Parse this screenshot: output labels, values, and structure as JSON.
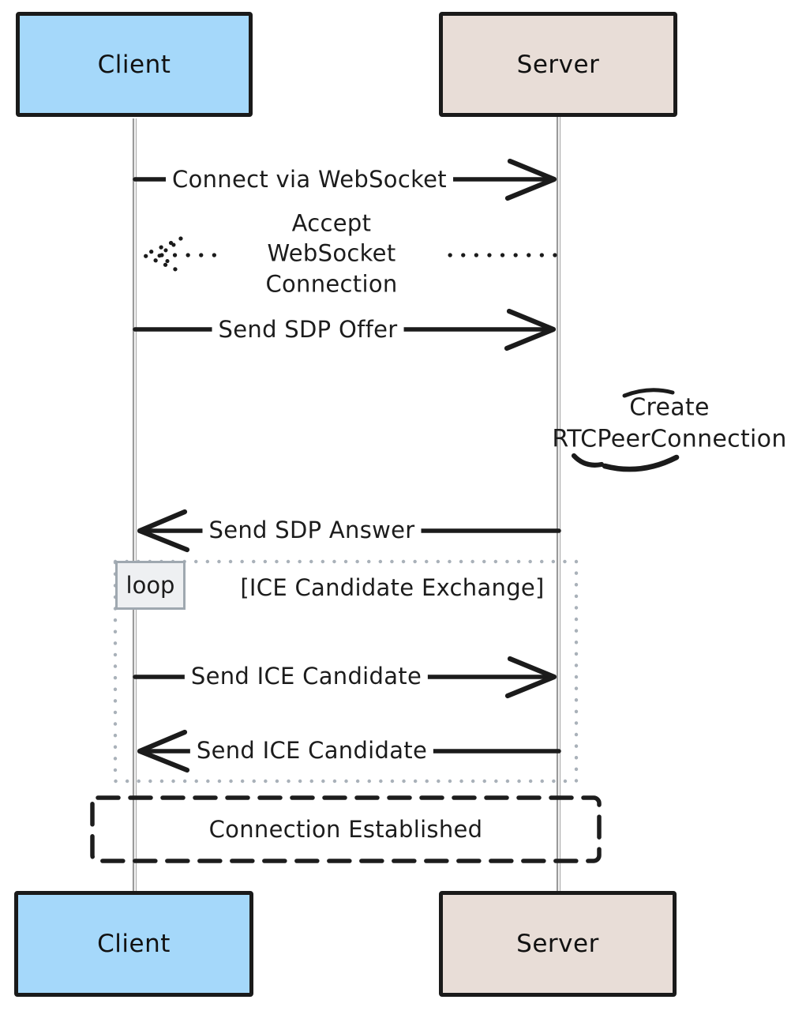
{
  "diagram_type": "sequence-diagram",
  "actors": [
    {
      "name": "Client",
      "fill": "#a5d8fa"
    },
    {
      "name": "Server",
      "fill": "#e8ddd7"
    }
  ],
  "messages": [
    {
      "label": "Connect via WebSocket",
      "from": "Client",
      "to": "Server",
      "line": "solid"
    },
    {
      "label": "Accept WebSocket Connection",
      "from": "Server",
      "to": "Client",
      "line": "dotted"
    },
    {
      "label": "Send SDP Offer",
      "from": "Client",
      "to": "Server",
      "line": "solid"
    },
    {
      "label": "Create RTCPeerConnection",
      "from": "Server",
      "to": "Server",
      "line": "self"
    },
    {
      "label": "Send SDP Answer",
      "from": "Server",
      "to": "Client",
      "line": "solid"
    },
    {
      "label": "Send ICE Candidate",
      "from": "Client",
      "to": "Server",
      "line": "solid",
      "in_loop": true
    },
    {
      "label": "Send ICE Candidate",
      "from": "Server",
      "to": "Client",
      "line": "solid",
      "in_loop": true
    }
  ],
  "loop": {
    "keyword": "loop",
    "condition": "[ICE Candidate Exchange]"
  },
  "note": {
    "text": "Connection Established"
  },
  "colors": {
    "client_fill": "#a5d8fa",
    "server_fill": "#e8ddd7",
    "box_border": "#1a1a1a",
    "arrow": "#1b1b1b",
    "lifeline": "#9a9a9a",
    "loop_border": "#a9b1b9",
    "loop_tag_fill": "#eef0f2",
    "text": "#1c1c1c"
  }
}
